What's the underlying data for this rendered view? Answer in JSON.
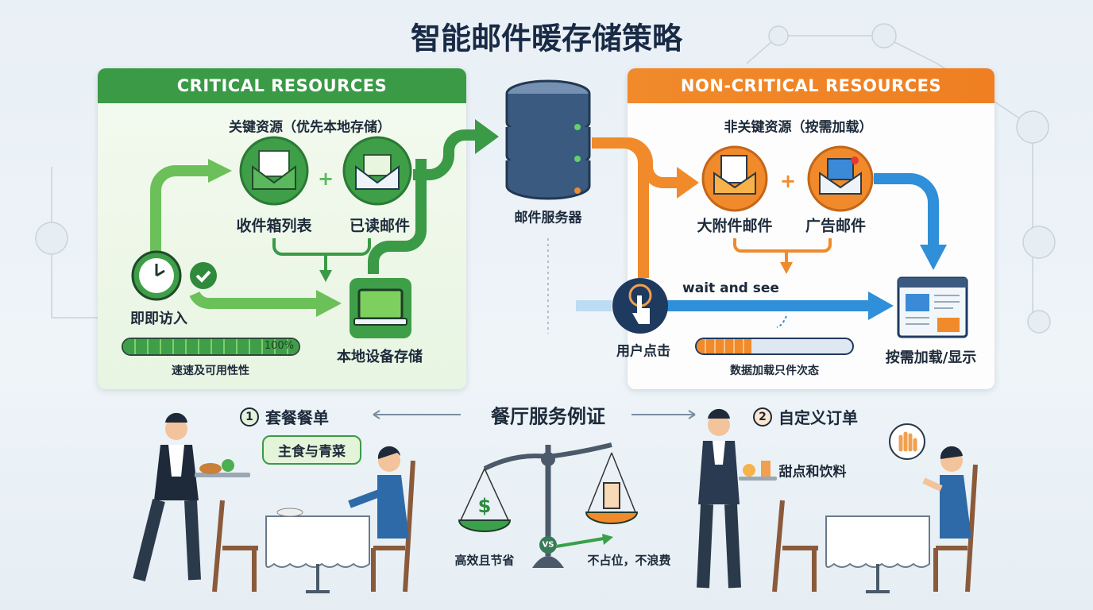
{
  "title": "智能邮件暖存储策略",
  "critical": {
    "header": "CRITICAL RESOURCES",
    "subtitle": "关键资源（优先本地存储）",
    "inbox_label": "收件箱列表",
    "read_label": "已读邮件",
    "plus": "+",
    "instant_label": "即即访入",
    "storage_label": "本地设备存储",
    "progress_text": "100%",
    "progress_value": 100,
    "progress_caption": "速速及可用性性",
    "color": "#3a9a46"
  },
  "server": {
    "label": "邮件服务器"
  },
  "noncritical": {
    "header": "NON-CRITICAL RESOURCES",
    "subtitle": "非关键资源（按需加载）",
    "attachment_label": "大附件邮件",
    "ad_label": "广告邮件",
    "plus": "+",
    "wait_label": "wait and see",
    "click_label": "用户点击",
    "progress_value": 35,
    "progress_caption": "数据加载只件次态",
    "display_label": "按需加载/显示",
    "color": "#f08a2a",
    "blue": "#2f8fd8"
  },
  "restaurant": {
    "center_label": "餐厅服务例证",
    "set_menu": {
      "num": "1",
      "label": "套餐餐单",
      "bubble": "主食与青菜"
    },
    "custom_order": {
      "num": "2",
      "label": "自定义订单",
      "item": "甜点和饮料"
    },
    "left_caption": "高效且节省",
    "right_caption": "不占位，不浪费",
    "vs": "VS",
    "dollar": "$"
  }
}
